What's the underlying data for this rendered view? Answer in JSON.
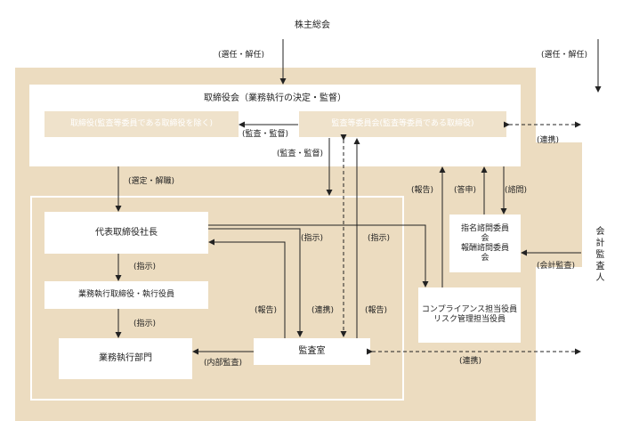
{
  "nodes": {
    "shareholders": "株主総会",
    "board": "取締役会（業務執行の決定・監督）",
    "directors": "取締役(監査等委員である取締役を除く)",
    "audit_committee": "監査等委員会(監査等委員である取締役)",
    "president": "代表取締役社長",
    "exec_officers": "業務執行取締役・執行役員",
    "business_depts": "業務執行部門",
    "audit_office": "監査室",
    "nominating": [
      "指名諮問委員",
      "会",
      "報酬諮問委員",
      "会"
    ],
    "compliance": [
      "コンプライアンス担当役員",
      "リスク管理担当役員"
    ],
    "auditor": "会計監査人"
  },
  "labels": {
    "elect1": "(選任・解任)",
    "elect2": "(選任・解任)",
    "audit_supervise1": "(監査・監督)",
    "audit_supervise2": "(監査・監督)",
    "coop1": "(連携)",
    "coop2": "(連携)",
    "coop3": "(連携)",
    "appoint_dismiss": "(選定・解職)",
    "report1": "(報告)",
    "report2": "(報告)",
    "report3": "(報告)",
    "consult_reply": "(答申)",
    "consult": "(諮問)",
    "instruct1": "(指示)",
    "instruct2": "(指示)",
    "instruct3": "(指示)",
    "instruct4": "(指示)",
    "accounting_audit": "(会計監査)",
    "internal_audit": "(内部監査)"
  }
}
